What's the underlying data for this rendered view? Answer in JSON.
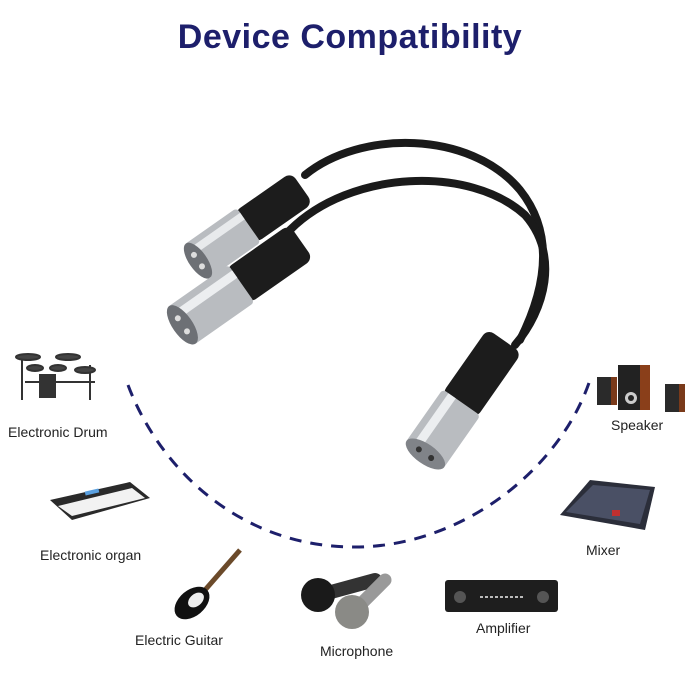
{
  "title": "Device Compatibility",
  "colors": {
    "title": "#1d1f6b",
    "dash": "#1d1f6b",
    "text": "#222222"
  },
  "devices": [
    {
      "label": "Electronic Drum",
      "icon": "drum-kit-icon"
    },
    {
      "label": "Electronic organ",
      "icon": "keyboard-icon"
    },
    {
      "label": "Electric Guitar",
      "icon": "guitar-icon"
    },
    {
      "label": "Microphone",
      "icon": "microphone-icon"
    },
    {
      "label": "Amplifier",
      "icon": "amplifier-icon"
    },
    {
      "label": "Mixer",
      "icon": "mixer-icon"
    },
    {
      "label": "Speaker",
      "icon": "speaker-icon"
    }
  ],
  "product": {
    "name": "XLR Y-splitter cable",
    "ends": [
      "XLR male",
      "XLR male",
      "XLR female"
    ]
  }
}
